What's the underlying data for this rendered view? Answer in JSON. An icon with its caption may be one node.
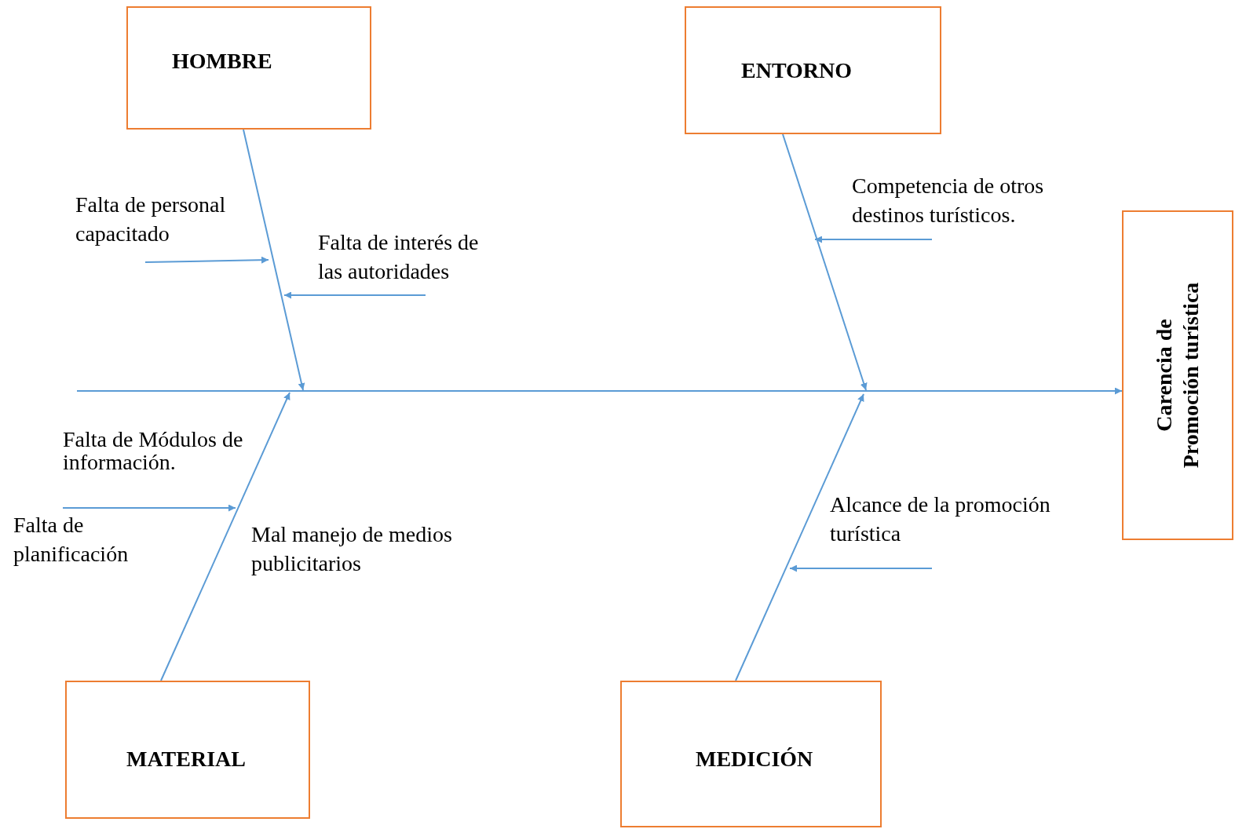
{
  "diagram": {
    "nodes": [
      {
        "text": [
          "HOMBRE"
        ]
      },
      {
        "text": [
          "ENTORNO"
        ]
      },
      {
        "text": [
          "Carencia de Promoción turística"
        ]
      },
      {
        "text": [
          "MATERIAL"
        ]
      },
      {
        "text": [
          "MEDICIÓN"
        ]
      },
      {
        "text": [
          "Falta de personal capacitado"
        ]
      },
      {
        "text": [
          "Falta de interés de las autoridades"
        ]
      },
      {
        "text": [
          "Competencia de otros destinos turísticos."
        ]
      },
      {
        "text": [
          "Falta de planificación"
        ]
      },
      {
        "text": [
          "Alcance de la promoción turística"
        ]
      }
    ],
    "edges": [
      {
        "from": null,
        "to": 2,
        "arrow": "to"
      },
      {
        "from": 0,
        "to": null,
        "arrow": "to"
      },
      {
        "from": 1,
        "to": null,
        "arrow": "to"
      },
      {
        "from": 3,
        "to": null,
        "arrow": "to"
      },
      {
        "from": 4,
        "to": null,
        "arrow": "to"
      },
      {
        "from": 5,
        "to": null,
        "arrow": "to"
      },
      {
        "from": 6,
        "to": null,
        "arrow": "to"
      },
      {
        "from": 7,
        "to": null,
        "arrow": "to"
      },
      {
        "from": 8,
        "to": null,
        "arrow": "to"
      },
      {
        "from": 9,
        "to": null,
        "arrow": "to"
      }
    ],
    "labels": [
      "Falta de Módulos de información.",
      "Mal manejo de medios publicitarios"
    ]
  }
}
